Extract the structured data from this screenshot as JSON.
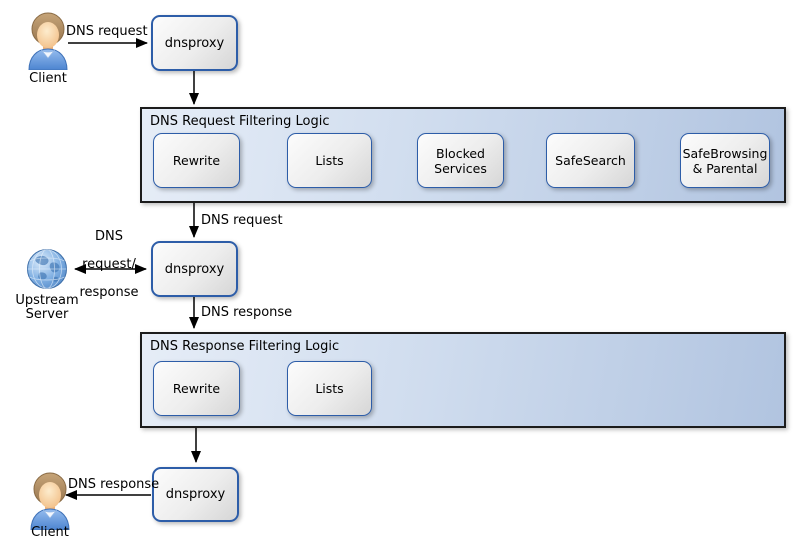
{
  "diagram": {
    "actors": {
      "client_top": {
        "label": "Client"
      },
      "client_bottom": {
        "label": "Client"
      },
      "upstream": {
        "lines": [
          "Upstream",
          "Server"
        ]
      }
    },
    "nodes": {
      "dnsproxy1": {
        "label": "dnsproxy"
      },
      "dnsproxy2": {
        "label": "dnsproxy"
      },
      "dnsproxy3": {
        "label": "dnsproxy"
      }
    },
    "request_pipeline": {
      "title": "DNS Request Filtering Logic",
      "steps": [
        "Rewrite",
        "Lists",
        "Blocked\nServices",
        "SafeSearch",
        "SafeBrowsing\n& Parental"
      ]
    },
    "response_pipeline": {
      "title": "DNS Response Filtering Logic",
      "steps": [
        "Rewrite",
        "Lists"
      ]
    },
    "edge_labels": {
      "client_to_proxy": "DNS request",
      "filtered_request": "DNS request",
      "upstream_exchange": [
        "DNS",
        "request/",
        "response"
      ],
      "proxy_response": "DNS response",
      "proxy_to_client": "DNS response"
    }
  },
  "colors": {
    "node_border": "#2d5da8",
    "node_fill_start": "#fcfcfc",
    "node_fill_end": "#d6d6d6",
    "pipeline_border": "#1c1c1c",
    "pipeline_fill_start": "#e6edf7",
    "pipeline_fill_end": "#b1c4e0",
    "arrow": "#000000",
    "globe_blue": "#7fb0e2",
    "shirt_blue": "#5e92d8",
    "hair_brown": "#b08e62"
  }
}
